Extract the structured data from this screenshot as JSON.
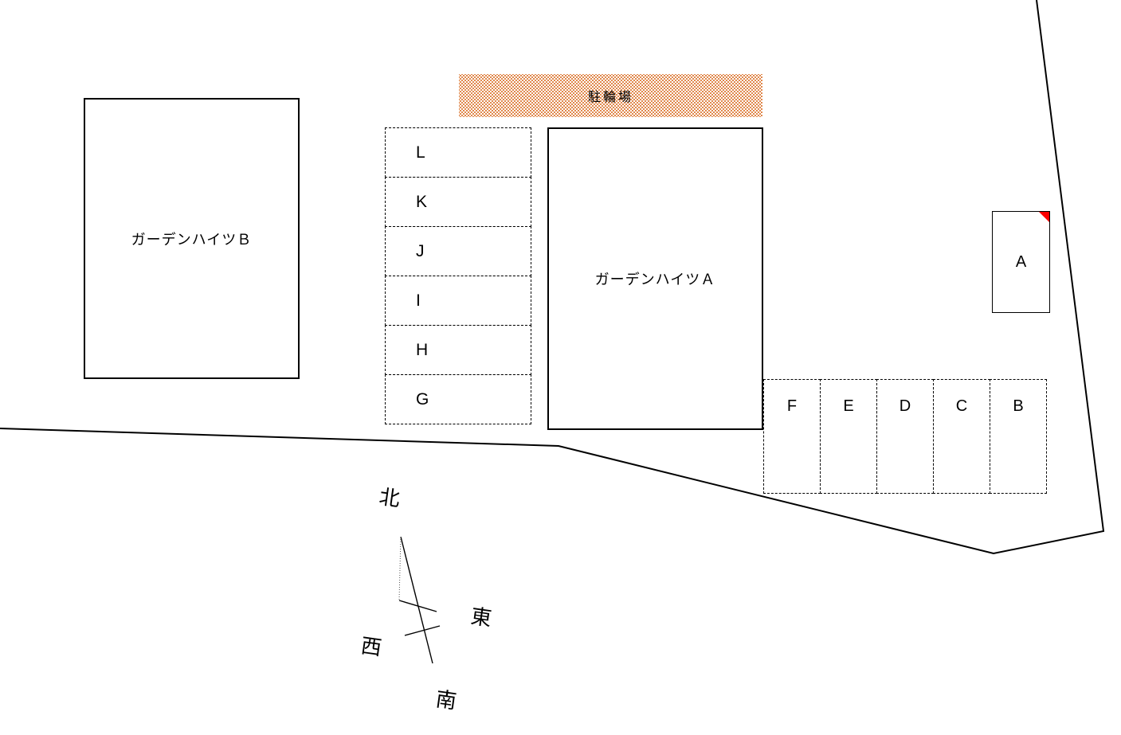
{
  "site_plan": {
    "bicycle_parking": {
      "label": "駐輪場"
    },
    "buildings": {
      "building_b": {
        "label": "ガーデンハイツＢ"
      },
      "building_a": {
        "label": "ガーデンハイツＡ"
      }
    },
    "parking_column": {
      "spaces": [
        "L",
        "K",
        "J",
        "I",
        "H",
        "G"
      ]
    },
    "parking_row": {
      "spaces": [
        "F",
        "E",
        "D",
        "C",
        "B"
      ]
    },
    "parking_single": {
      "label": "A"
    },
    "compass": {
      "north": "北",
      "east": "東",
      "west": "西",
      "south": "南"
    },
    "colors": {
      "bike_area_dots": "#d86a1f",
      "corner_marker": "#ff0000",
      "line": "#000000"
    }
  }
}
